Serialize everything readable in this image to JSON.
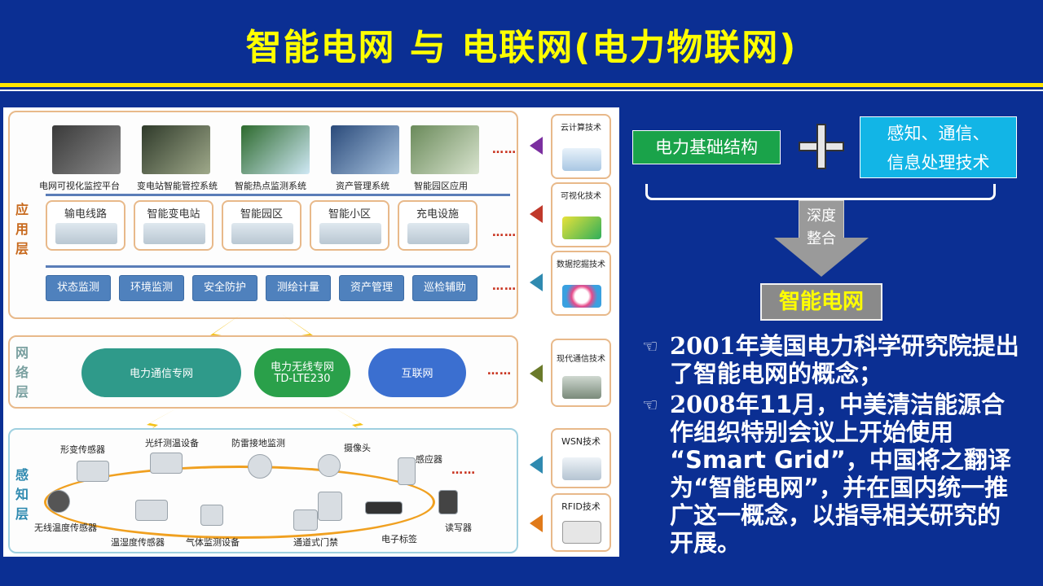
{
  "slide": {
    "title": "智能电网 与 电联网(电力物联网)"
  },
  "diagram": {
    "layers": {
      "app": "应用层",
      "network": "网络层",
      "sensing": "感知层"
    },
    "apps": [
      {
        "caption": "电网可视化监控平台"
      },
      {
        "caption": "变电站智能管控系统"
      },
      {
        "caption": "智能热点监测系统"
      },
      {
        "caption": "资产管理系统"
      },
      {
        "caption": "智能园区应用"
      }
    ],
    "facilities": [
      "输电线路",
      "智能变电站",
      "智能园区",
      "智能小区",
      "充电设施"
    ],
    "functions": [
      "状态监测",
      "环境监测",
      "安全防护",
      "测绘计量",
      "资产管理",
      "巡检辅助"
    ],
    "networks": {
      "private": "电力通信专网",
      "wireless_line1": "电力无线专网",
      "wireless_line2": "TD-LTE230",
      "internet": "互联网"
    },
    "sensors": [
      "形变传感器",
      "光纤测温设备",
      "防雷接地监测",
      "摄像头",
      "感应器",
      "无线温度传感器",
      "温湿度传感器",
      "气体监测设备",
      "通道式门禁",
      "电子标签",
      "读写器"
    ],
    "ellipsis": "……",
    "technologies": [
      "云计算技术",
      "可视化技术",
      "数据挖掘技术",
      "现代通信技术",
      "WSN技术",
      "RFID技术"
    ]
  },
  "concept": {
    "left_box": "电力基础结构",
    "right_box_line1": "感知、通信、",
    "right_box_line2": "信息处理技术",
    "arrow_line1": "深度",
    "arrow_line2": "整合",
    "result": "智能电网"
  },
  "bullets": [
    {
      "icon": "☜",
      "year": "2001",
      "text": "年美国电力科学研究院提出了智能电网的概念；"
    },
    {
      "icon": "☜",
      "year": "2008",
      "text": "年11月，中美清洁能源合作组织特别会议上开始使用 “Smart Grid”，中国将之翻译为“智能电网”，并在国内统一推广这一概念，以指导相关研究的开展。"
    }
  ],
  "colors": {
    "background": "#0b2f93",
    "title": "#ffff00",
    "green_box": "#1aa34a",
    "cyan_box": "#12b5e6",
    "result_text": "#ffff00"
  }
}
